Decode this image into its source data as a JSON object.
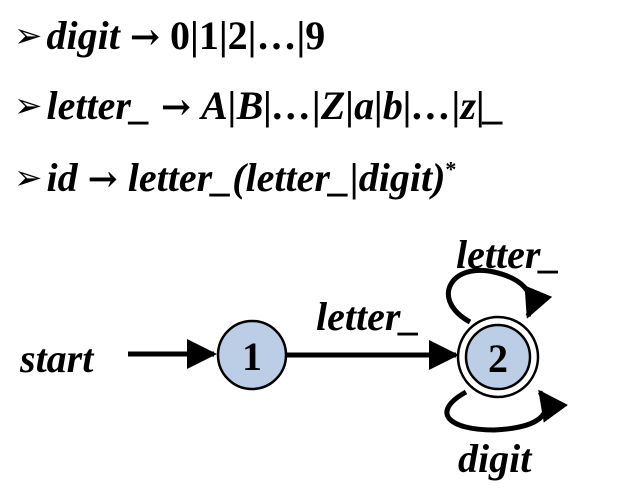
{
  "rules": {
    "digit": {
      "lhs": "digit",
      "arrow": "→",
      "rhs": "0|1|2|…|9"
    },
    "letter": {
      "lhs": "letter_",
      "arrow": "→",
      "rhs": "A|B|…|Z|a|b|…|z|_"
    },
    "id": {
      "lhs": "id",
      "arrow": "→",
      "rhs": "letter_(letter_|digit)",
      "sup": "*"
    }
  },
  "diagram": {
    "start_label": "start",
    "state_1": "1",
    "state_2": "2",
    "transition_1_2": "letter_",
    "self_loop_top": "letter_",
    "self_loop_bottom": "digit",
    "state_fill": "#bccde6",
    "stroke": "#000000"
  }
}
